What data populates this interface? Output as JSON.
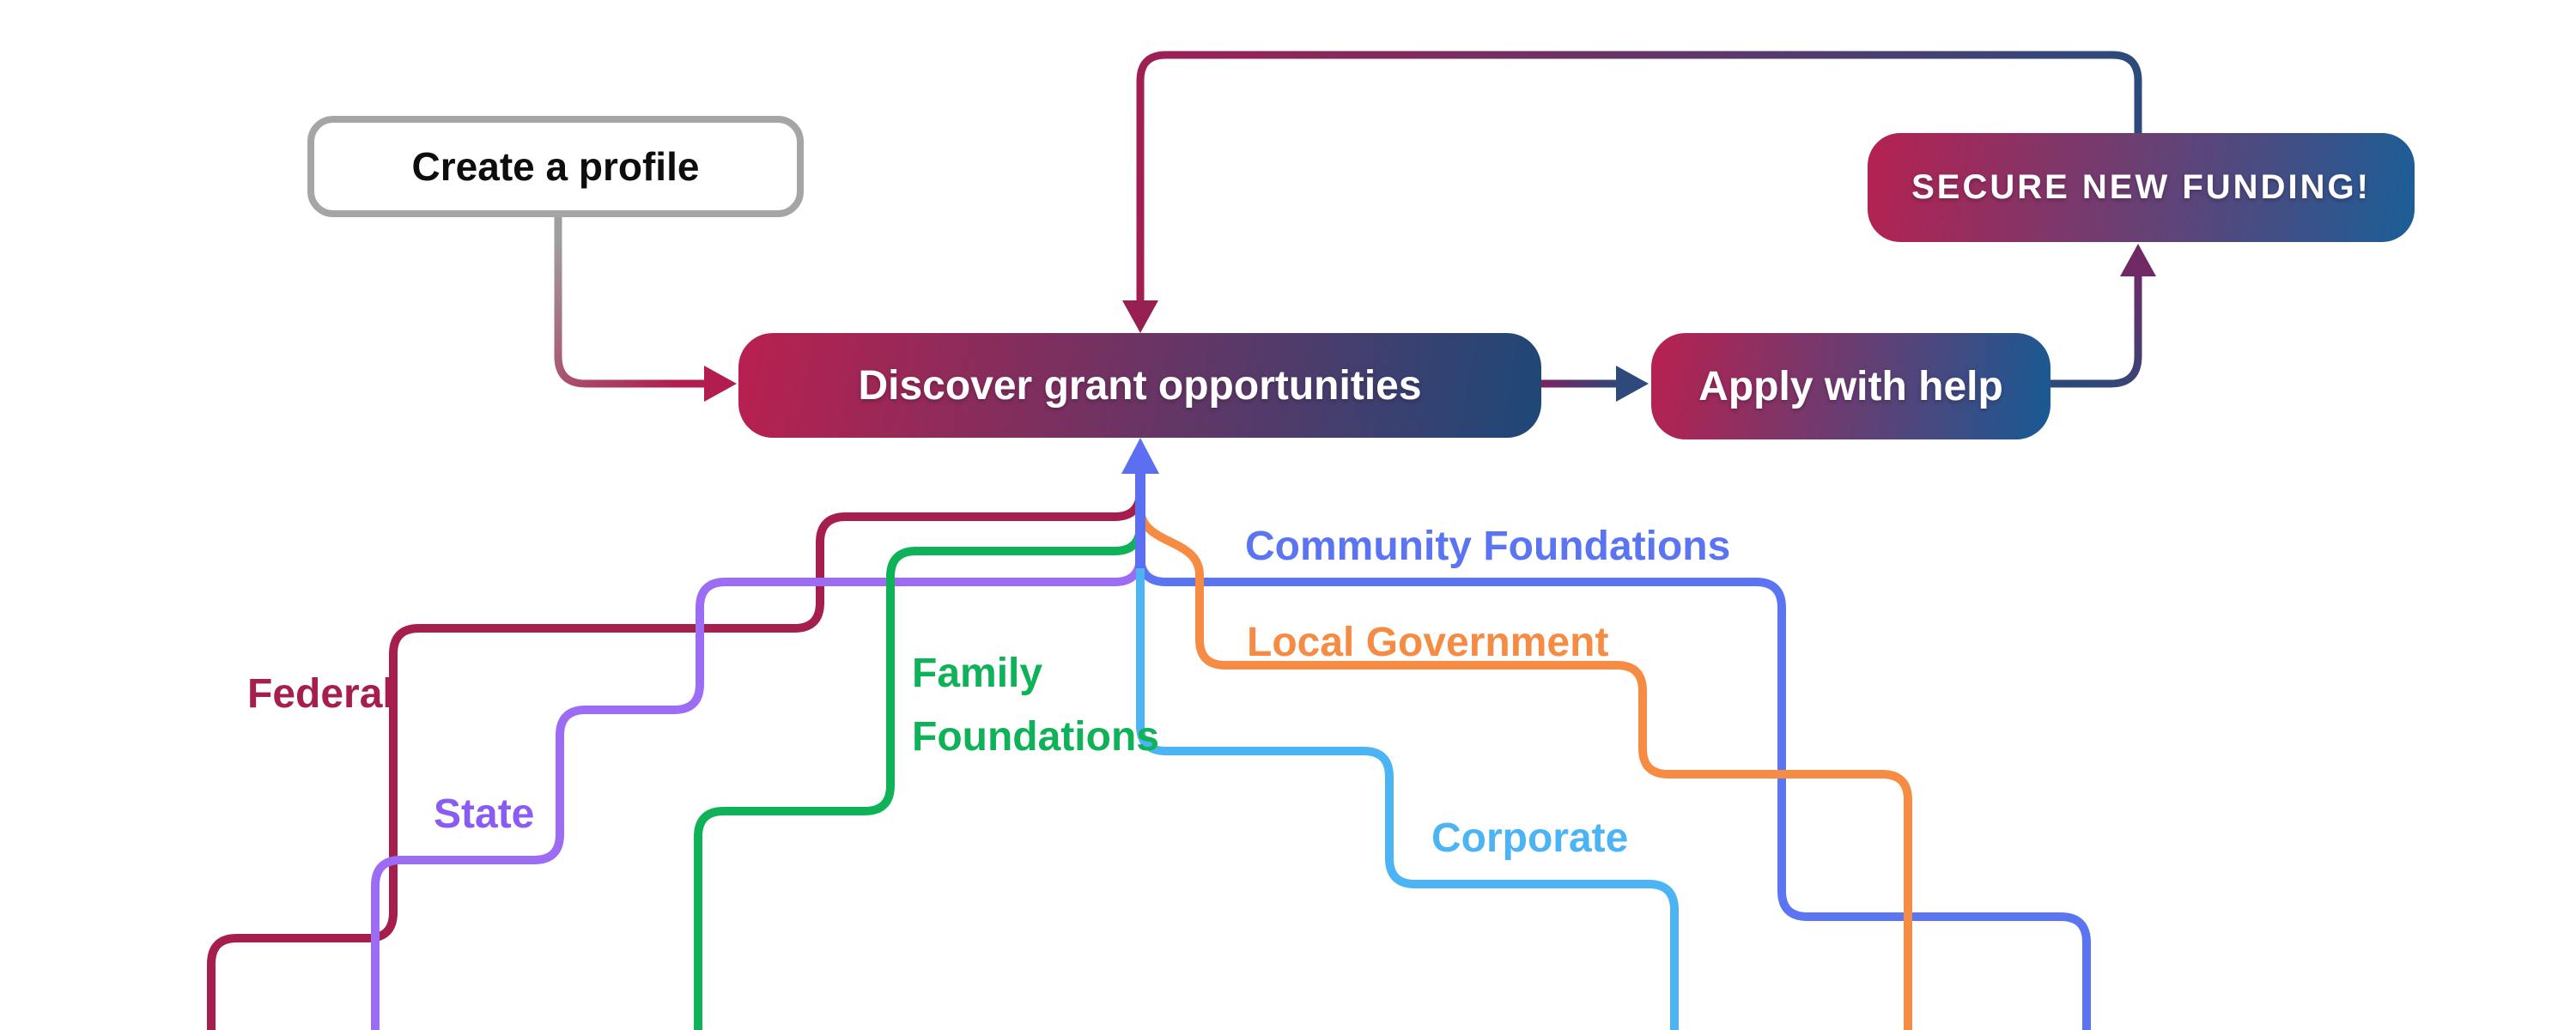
{
  "diagram": {
    "title_none": "",
    "nodes": {
      "create": {
        "label": "Create a profile"
      },
      "discover": {
        "label_prefix": "Discover ",
        "label_emphasis": "grant opportunities"
      },
      "apply": {
        "label": "Apply with help"
      },
      "secure": {
        "label": "SECURE NEW FUNDING!"
      }
    },
    "flow": [
      "Create a profile -> Discover grant opportunities",
      "Discover grant opportunities -> Apply with help",
      "Apply with help -> SECURE NEW FUNDING!",
      "SECURE NEW FUNDING! -> Discover grant opportunities (repeat loop)"
    ],
    "sources": [
      {
        "label": "Federal"
      },
      {
        "label": "State"
      },
      {
        "label_line1": "Family",
        "label_line2": "Foundations"
      },
      {
        "label": "Community Foundations"
      },
      {
        "label": "Local Government"
      },
      {
        "label": "Corporate"
      }
    ]
  },
  "colors": {
    "background": "#ffffff",
    "create_border": "#a5a5a5",
    "box_gradient_left": "#b9204f",
    "box_gradient_right_discover": "#1d4878",
    "box_gradient_right_apply": "#175a94",
    "box_gradient_right_secure": "#1b5e97",
    "federal": "#a51e4d",
    "state": "#9d6cf5",
    "family_foundations": "#10b259",
    "community_foundations": "#5b74f2",
    "local_government": "#f68c44",
    "corporate": "#4cb4f5",
    "navy_loop": "#2c4a7c",
    "crimson_arrow": "#b01d4e",
    "maroon_arrow": "#962052",
    "purple_arrow": "#6f2a66",
    "navy_arrow": "#2d4a7a",
    "indigo_arrow": "#5b6ff0",
    "gray_line_start": "#9e9ea0"
  }
}
